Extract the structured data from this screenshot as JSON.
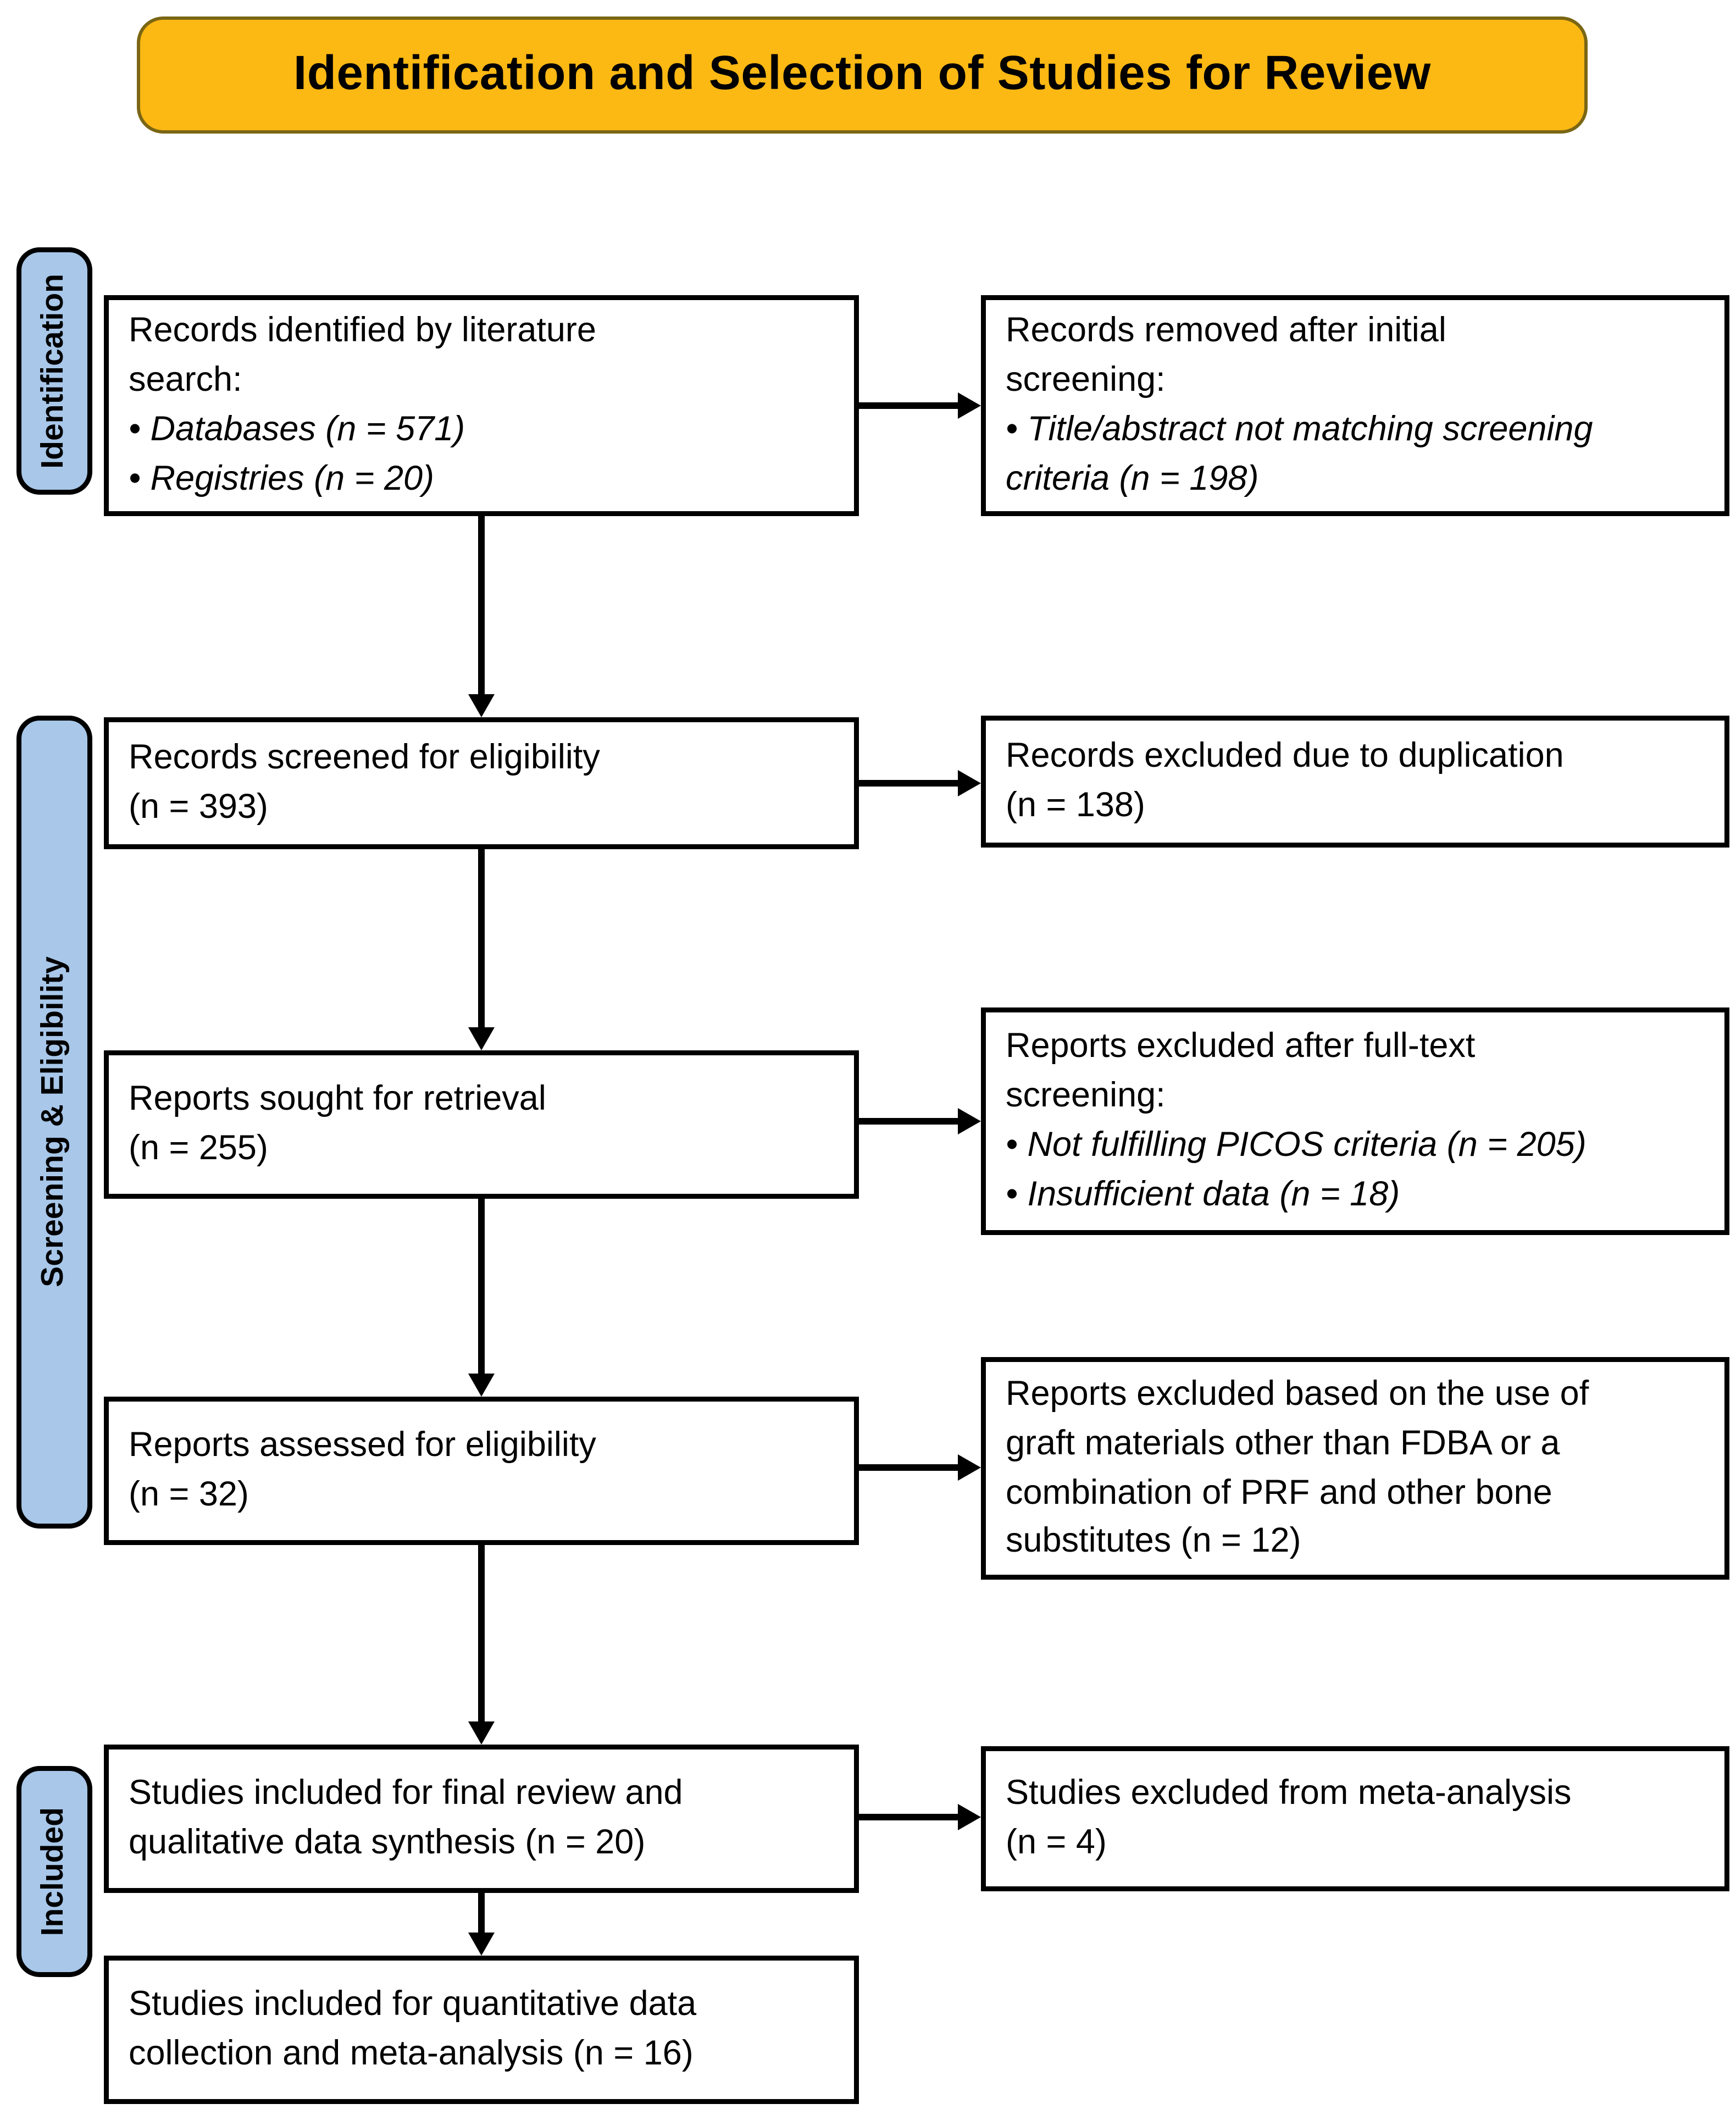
{
  "title": "Identification and Selection of Studies for Review",
  "colors": {
    "banner_fill": "#FCB813",
    "banner_border": "#7A6614",
    "stage_fill": "#A8C7E9"
  },
  "stages": [
    {
      "label": "Identification"
    },
    {
      "label": "Screening & Eligibility"
    },
    {
      "label": "Included"
    }
  ],
  "boxes": {
    "identified": {
      "heading": "Records identified by literature\nsearch:",
      "bullets": [
        "• Databases (n = 571)",
        "• Registries (n = 20)"
      ]
    },
    "removed_initial": {
      "heading": "Records removed after initial\nscreening:",
      "bullets": [
        "• Title/abstract not matching screening\ncriteria (n = 198)"
      ]
    },
    "screened": {
      "text": "Records screened for eligibility\n(n = 393)"
    },
    "excluded_duplication": {
      "text": "Records excluded due to duplication\n(n = 138)"
    },
    "sought": {
      "text": "Reports sought for retrieval\n(n = 255)"
    },
    "excluded_fulltext": {
      "heading": "Reports excluded after full-text\nscreening:",
      "bullets": [
        "• Not fulfilling PICOS criteria (n = 205)",
        "• Insufficient data (n = 18)"
      ]
    },
    "assessed": {
      "text": "Reports assessed for eligibility\n(n = 32)"
    },
    "excluded_graft": {
      "text": "Reports excluded based on the use of\ngraft materials other than FDBA or a\ncombination of PRF and other bone\nsubstitutes (n = 12)"
    },
    "included_review": {
      "text": "Studies included for final review and\nqualitative data synthesis (n = 20)"
    },
    "excluded_meta": {
      "text": "Studies excluded from meta-analysis\n(n = 4)"
    },
    "included_meta": {
      "text": "Studies included for quantitative data\ncollection and meta-analysis (n = 16)"
    }
  }
}
